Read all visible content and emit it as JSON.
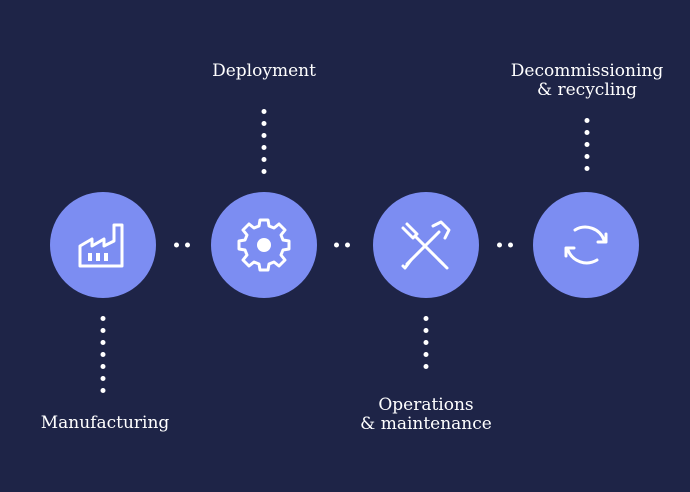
{
  "stages": [
    {
      "id": "manufacturing",
      "icon": "factory-icon",
      "lines": [
        "Manufacturing"
      ]
    },
    {
      "id": "deployment",
      "icon": "gear-icon",
      "lines": [
        "Deployment"
      ]
    },
    {
      "id": "operations",
      "icon": "wrench-screwdriver-icon",
      "lines": [
        "Operations",
        "& maintenance"
      ]
    },
    {
      "id": "decommissioning",
      "icon": "recycle-arrows-icon",
      "lines": [
        "Decommissioning",
        "& recycling"
      ]
    }
  ],
  "colors": {
    "background": "#1e2447",
    "circle": "#7c8df2",
    "text": "#ffffff"
  }
}
